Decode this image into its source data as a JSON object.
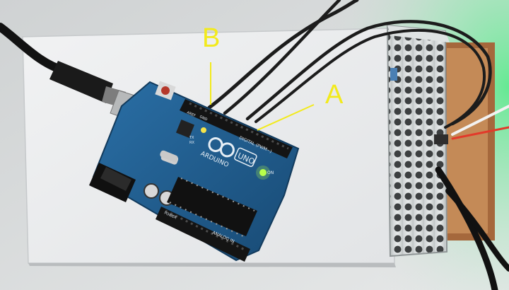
{
  "photo": {
    "callouts": {
      "a": "A",
      "b": "B"
    },
    "board": {
      "logo_text": "ARDUINO",
      "model_text": "UNO",
      "header_label_digital": "DIGITAL (PWM~)",
      "header_label_analog": "ANALOG IN",
      "header_label_power": "POWER",
      "led_on_label": "ON",
      "tx_label": "TX",
      "rx_label": "RX",
      "aref_label": "AREF",
      "gnd_label": "GND"
    },
    "colors": {
      "callout": "#f2ea1c",
      "board_blue": "#1f5d8f",
      "green_glow": "#55e08a",
      "led_green": "#b8ff4a",
      "led_yellow": "#f5e44a"
    },
    "icons": [
      "usb-cable",
      "reset-button",
      "power-jack",
      "atmega-chip",
      "metal-power-supply"
    ]
  }
}
